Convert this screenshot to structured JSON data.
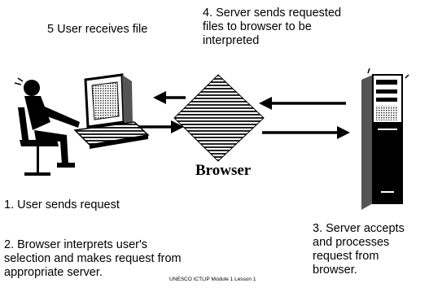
{
  "labels": {
    "step5": "5  User receives file",
    "step4_line1": "4. Server sends requested",
    "step4_line2": "files to browser to be",
    "step4_line3": "interpreted",
    "step1": "1. User sends request",
    "step2_line1": "2. Browser interprets user's",
    "step2_line2": "selection and makes request from",
    "step2_line3": "appropriate server.",
    "step3_line1": "3. Server accepts",
    "step3_line2": "and processes",
    "step3_line3": "request from",
    "step3_line4": "browser."
  },
  "browser_label": "Browser",
  "footer": "UNESCO ICTLIP Module 1 Lesson 1"
}
